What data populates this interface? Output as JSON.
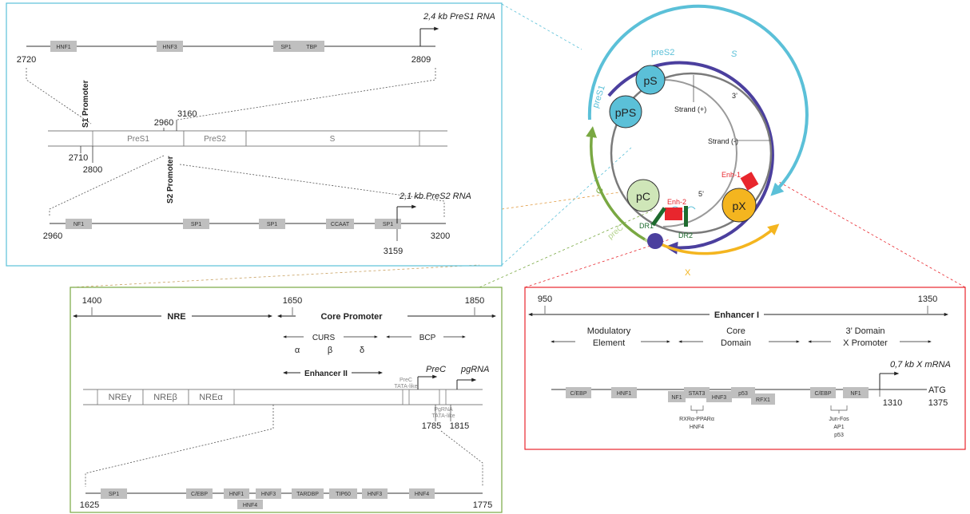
{
  "ps": {
    "rna": "2,4 kb PreS1 RNA",
    "start": "2720",
    "end": "2809",
    "boxes": [
      "HNF1",
      "HNF3",
      "SP1",
      "TBP"
    ]
  },
  "map": {
    "promoter_s1": "S1 Promoter",
    "promoter_s2": "S2 Promoter",
    "n3160": "3160",
    "n2960": "2960",
    "n2710": "2710",
    "n2800": "2800",
    "seg_pres1": "PreS1",
    "seg_pres2": "PreS2",
    "seg_s": "S"
  },
  "s2": {
    "rna": "2,1 kb PreS2 RNA",
    "start": "2960",
    "end": "3200",
    "tss": "3159",
    "boxes": [
      "NF1",
      "SP1",
      "SP1",
      "CCAAT",
      "SP1"
    ]
  },
  "circle": {
    "pres2": "preS2",
    "s": "S",
    "pres1": "preS1",
    "ps": "pS",
    "pps": "pPS",
    "pc": "pC",
    "px": "pX",
    "strand_plus": "Strand (+)",
    "strand_minus": "Strand (-)",
    "three_prime": "3’",
    "five_prime": "5’",
    "enh1": "Enh-1",
    "enh2": "Enh-2",
    "dr1": "DR1",
    "dr2": "DR2",
    "c": "C",
    "prec": "preC",
    "x": "X",
    "colors": {
      "s": "#5bc0d8",
      "pol": "#4b3f9e",
      "c": "#79a842",
      "prec": "#b6d48f",
      "x": "#f4b51f",
      "enh": "#e8262d",
      "dr": "#1e6b2e"
    }
  },
  "core": {
    "n1400": "1400",
    "n1650": "1650",
    "n1850": "1850",
    "nre": "NRE",
    "core_promoter": "Core Promoter",
    "curs": "CURS",
    "bcp": "BCP",
    "alpha": "α",
    "beta": "β",
    "delta": "δ",
    "enh2": "Enhancer II",
    "prec_lbl": "PreC",
    "pgrna_lbl": "pgRNA",
    "prec_tata_1": "PreC",
    "prec_tata_2": "TATA-like",
    "pg_tata_1": "PgRNA",
    "pg_tata_2": "TATA-like",
    "nre_g": "NREγ",
    "nre_b": "NREβ",
    "nre_a": "NREα",
    "n1785": "1785",
    "n1815": "1815",
    "start": "1625",
    "end": "1775",
    "boxes": [
      "SP1",
      "C/EBP",
      "HNF1",
      "HNF3",
      "TARDBP",
      "TIP60",
      "HNF3",
      "HNF4",
      "HNF4"
    ]
  },
  "enh": {
    "n950": "950",
    "n1350": "1350",
    "title": "Enhancer I",
    "mod_1": "Modulatory",
    "mod_2": "Element",
    "core_1": "Core",
    "core_2": "Domain",
    "dom_1": "3’ Domain",
    "dom_2": "X Promoter",
    "rna": "0,7 kb X mRNA",
    "atg": "ATG",
    "n1310": "1310",
    "n1375": "1375",
    "boxes": [
      "C/EBP",
      "HNF1",
      "NF1",
      "STAT3",
      "HNF3",
      "p53",
      "RFX1",
      "C/EBP",
      "NF1"
    ],
    "f1_1": "RXRα-PPARα",
    "f1_2": "HNF4",
    "f2_1": "Jun-Fos",
    "f2_2": "AP1",
    "f2_3": "p53"
  }
}
